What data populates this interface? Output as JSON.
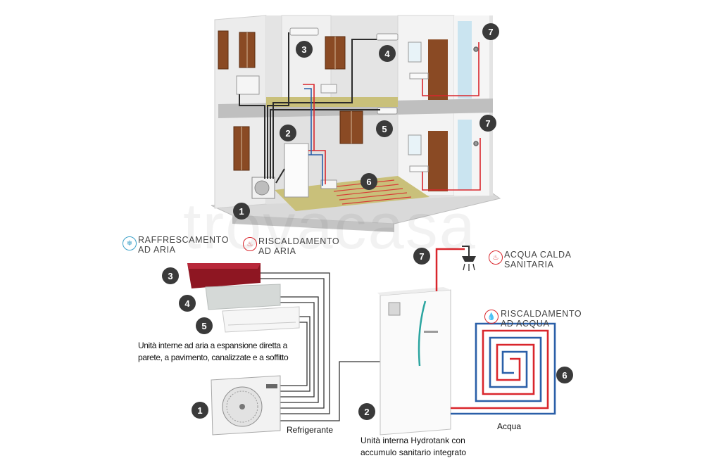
{
  "legend": {
    "cooling_line1": "RAFFRESCAMENTO",
    "cooling_line2": "AD ARIA",
    "heating_line1": "RISCALDAMENTO",
    "heating_line2": "AD ARIA",
    "hot_water_line1": "ACQUA CALDA",
    "hot_water_line2": "SANITARIA",
    "water_heating_line1": "RISCALDAMENTO",
    "water_heating_line2": "AD ACQUA"
  },
  "captions": {
    "indoor_units_line1": "Unità interne ad aria a espansione diretta a",
    "indoor_units_line2": "parete, a pavimento, canalizzate  e a soffitto",
    "refrigerant": "Refrigerante",
    "hydrotank_line1": "Unità interna Hydrotank con",
    "hydrotank_line2": "accumulo sanitario integrato",
    "water": "Acqua"
  },
  "badges": {
    "b1": "1",
    "b2": "2",
    "b3": "3",
    "b4": "4",
    "b5": "5",
    "b6": "6",
    "b7": "7"
  },
  "watermark": "trovacasa",
  "colors": {
    "hot_pipe": "#d9262c",
    "cold_pipe": "#2a5fa8",
    "refrigerant_line": "#333333",
    "badge": "#3a3a3a",
    "red_unit": "#8e1622",
    "floor": "#c9c07a",
    "cooling_icon": "#3aa0c8",
    "heating_icon": "#d9262c"
  }
}
